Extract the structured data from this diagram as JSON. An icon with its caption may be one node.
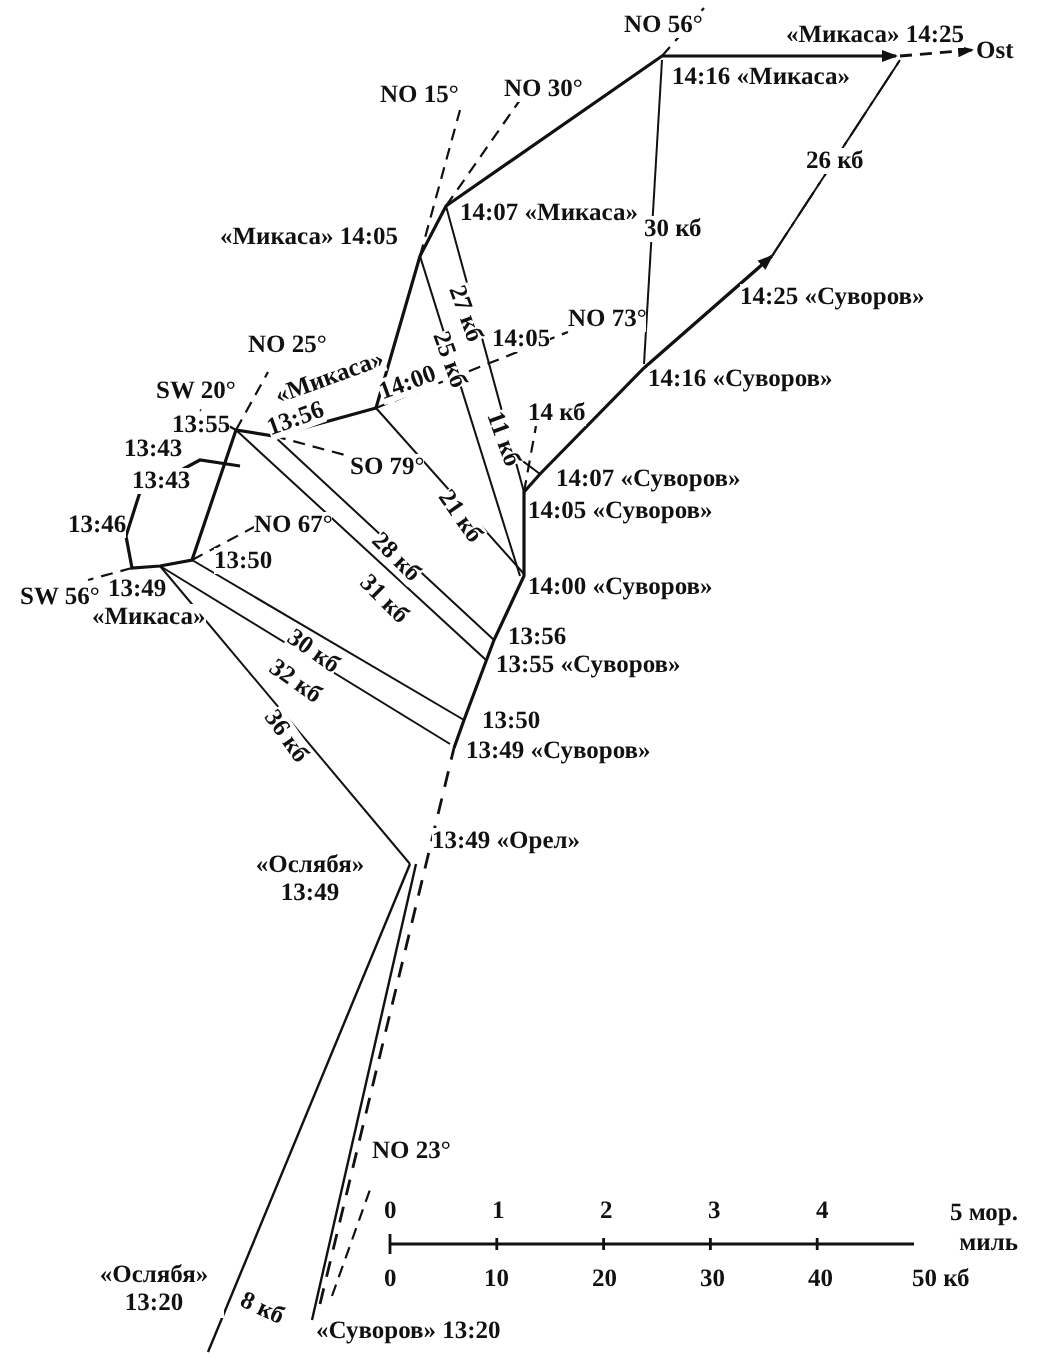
{
  "diagram": {
    "labels": [
      "NO 56°",
      "«Микаса» 14:25",
      "Ost",
      "NO 15°",
      "NO 30°",
      "14:16 «Микаса»",
      "26 кб",
      "«Микаса» 14:05",
      "14:07 «Микаса»",
      "30 кб",
      "27 кб",
      "14:25 «Суворов»",
      "25 кб",
      "14:05",
      "NO 73°",
      "NO 25°",
      "«Микаса»",
      "14:00",
      "SW 20°",
      "13:56",
      "14:16 «Суворов»",
      "14 кб",
      "11 кб",
      "13:55",
      "13:43",
      "SO 79°",
      "13:43",
      "21 кб",
      "14:07 «Суворов»",
      "14:05 «Суворов»",
      "13:46",
      "NO 67°",
      "28 кб",
      "13:50",
      "31 кб",
      "SW 56°",
      "13:49",
      "14:00 «Суворов»",
      "«Микаса»",
      "30 кб",
      "32 кб",
      "13:56",
      "13:55 «Суворов»",
      "36 кб",
      "13:50",
      "13:49 «Суворов»",
      "13:49 «Орел»",
      "«Ослябя» 13:49",
      "NO 23°",
      "0",
      "1",
      "2",
      "3",
      "4",
      "5 мор. миль",
      "0",
      "10",
      "20",
      "30",
      "40",
      "50 кб",
      "«Ослябя» 13:20",
      "8 кб",
      "«Суворов» 13:20"
    ]
  }
}
